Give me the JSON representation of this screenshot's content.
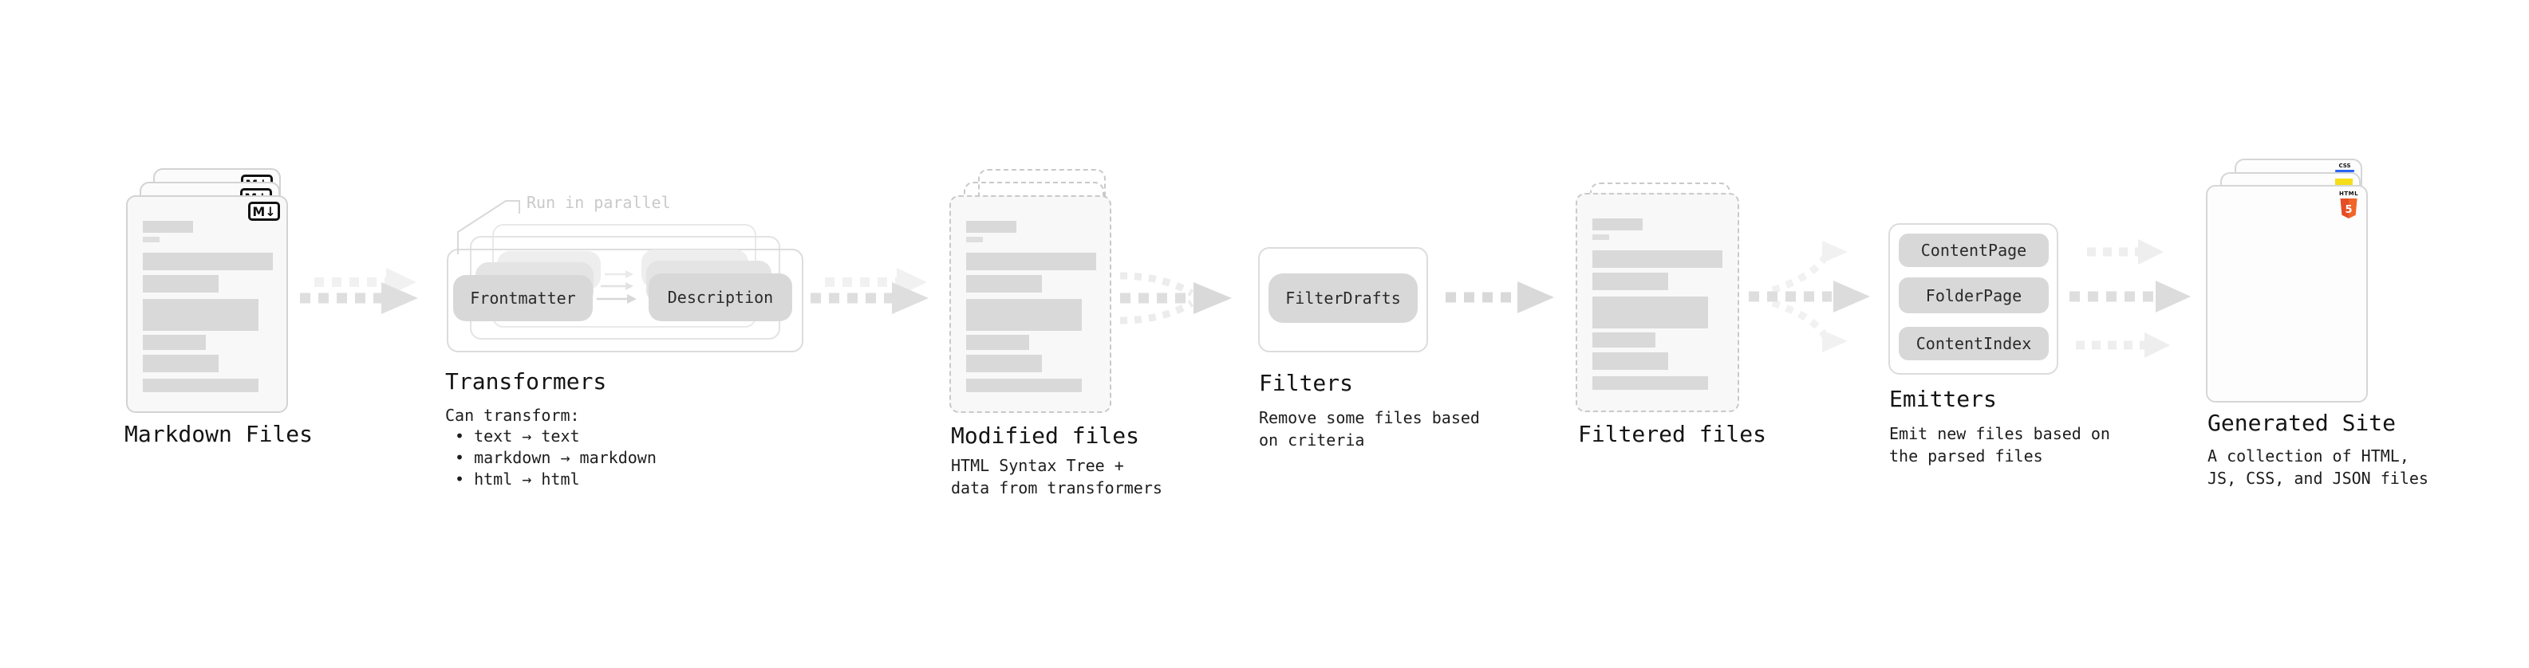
{
  "diagram": {
    "markdown_files": {
      "label": "Markdown Files",
      "badge": "M↓"
    },
    "transformers": {
      "label": "Transformers",
      "annotation": "Run in parallel",
      "pills": [
        "Frontmatter",
        "Description"
      ],
      "caption_heading": "Can transform:",
      "bullets": [
        "text → text",
        "markdown → markdown",
        "html → html"
      ]
    },
    "modified_files": {
      "label": "Modified files",
      "caption": "HTML Syntax Tree +\ndata from transformers"
    },
    "filters": {
      "label": "Filters",
      "pill": "FilterDrafts",
      "caption": "Remove some files based\non criteria"
    },
    "filtered_files": {
      "label": "Filtered files"
    },
    "emitters": {
      "label": "Emitters",
      "pills": [
        "ContentPage",
        "FolderPage",
        "ContentIndex"
      ],
      "caption": "Emit new files based on\nthe parsed files"
    },
    "generated_site": {
      "label": "Generated Site",
      "caption": "A collection of HTML,\nJS, CSS, and JSON files",
      "badges": {
        "css": "CSS",
        "html_label": "HTML",
        "html_number": "5"
      }
    }
  },
  "colors": {
    "html5_shield": "#e44d26",
    "html5_shield_light": "#f16529",
    "js_badge": "#f5de19",
    "css_underline": "#2965f1",
    "pill_bg": "#d8d8d8",
    "card_bg": "#f8f8f8",
    "card_border": "#d3d3d3",
    "dashed_border": "#c9c9c9",
    "arrow": "#dedede",
    "arrow_light": "#f1f1f1",
    "annotation_text": "#c9c9c9"
  }
}
